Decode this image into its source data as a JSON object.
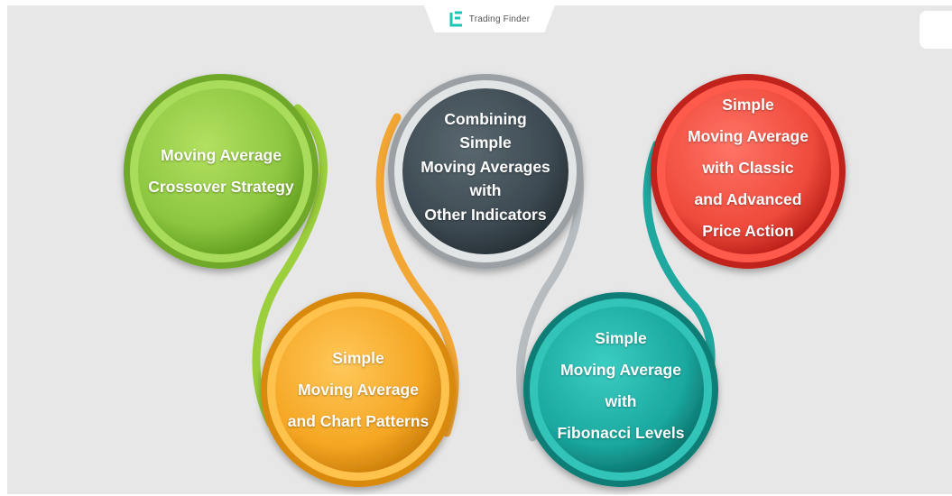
{
  "logo": {
    "text": "Trading Finder",
    "icon": "tf-logo-icon"
  },
  "circles": [
    {
      "id": "green",
      "color": "#8cc63f",
      "lines": [
        "Moving Average",
        "Crossover Strategy"
      ]
    },
    {
      "id": "orange",
      "color": "#f5a623",
      "lines": [
        "Simple",
        "Moving Average",
        "and Chart Patterns"
      ]
    },
    {
      "id": "gray",
      "color": "#3d4a52",
      "lines": [
        "Combining",
        "Simple",
        "Moving Averages",
        "with",
        "Other Indicators"
      ]
    },
    {
      "id": "teal",
      "color": "#1aa89f",
      "lines": [
        "Simple",
        "Moving Average",
        "with",
        "Fibonacci Levels"
      ]
    },
    {
      "id": "red",
      "color": "#e8332d",
      "lines": [
        "Simple",
        "Moving Average",
        "with Classic",
        "and Advanced",
        "Price Action"
      ]
    }
  ]
}
